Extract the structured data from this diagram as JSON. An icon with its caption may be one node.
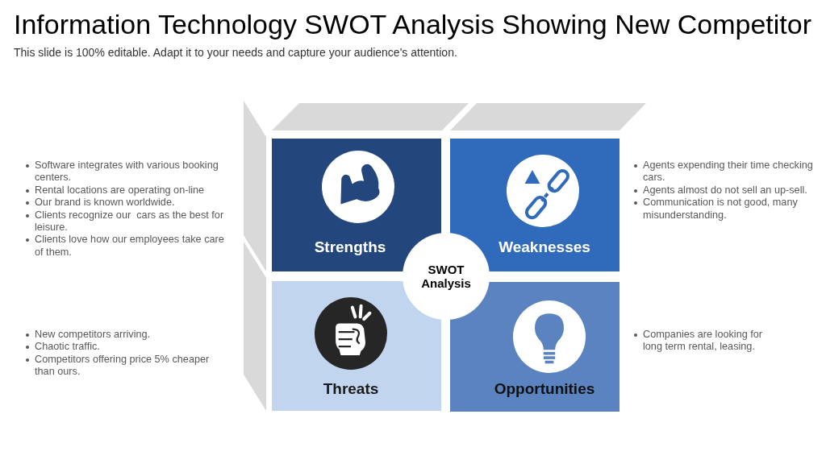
{
  "diagram": {
    "title": "Information Technology SWOT Analysis Showing New Competitor",
    "nodes": [
      {
        "text": [
          "Strengths"
        ],
        "beside": [
          "Software integrates with various booking centers.",
          "Rental locations are operating on-line",
          "Our brand is known worldwide.",
          "Clients recognize our  cars as the best for leisure.",
          "Clients love how our employees take care of them."
        ]
      },
      {
        "text": [
          "Weaknesses"
        ],
        "beside": [
          "Agents expending their time checking cars.",
          "Agents almost do not sell an up-sell.",
          "Communication is not good, many misunderstanding."
        ]
      },
      {
        "text": [
          "SWOT Analysis"
        ]
      },
      {
        "text": [
          "Threats"
        ],
        "beside": [
          "New competitors arriving.",
          "Chaotic traffic.",
          "Competitors offering price 5% cheaper than ours."
        ]
      },
      {
        "text": [
          "Opportunities"
        ],
        "beside": [
          "Companies are looking for long term rental, leasing."
        ]
      }
    ],
    "labels": [
      "This slide is 100% editable. Adapt it to your needs and capture your audience's attention."
    ]
  }
}
